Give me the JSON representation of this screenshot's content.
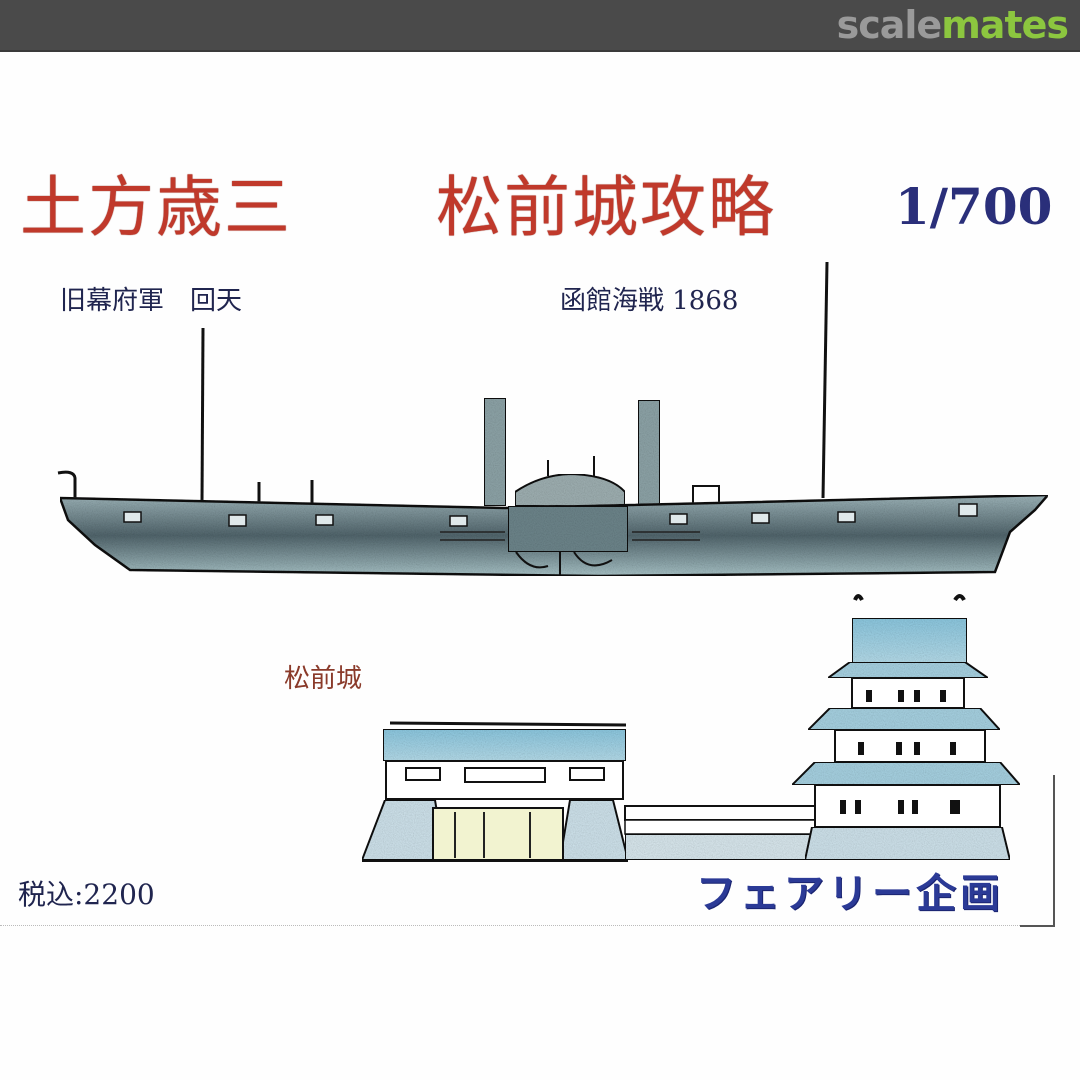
{
  "site": {
    "logo_part1": "scale",
    "logo_part2": "mates",
    "colors": {
      "bar": "#4a4a4a",
      "logo_gray": "#9a9a9a",
      "logo_green": "#8cc63f"
    }
  },
  "box_art": {
    "title_person": "土方歳三",
    "title_event": "松前城攻略",
    "scale": "1/700",
    "subtitle_ship": "旧幕府軍　回天",
    "subtitle_battle": "函館海戦 1868",
    "castle_label": "松前城",
    "price": "税込:2200",
    "maker": "フェアリー企画",
    "colors": {
      "title_red": "#c0392b",
      "navy": "#20254f",
      "maker_blue": "#2b3a96",
      "ship_fill": "#7f98a0",
      "roof_blue": "#9fd0e4"
    }
  },
  "illustrations": {
    "ship": "paddle-steamer-kaiten-side-profile",
    "castle": "matsumae-castle-keep-and-gate"
  }
}
